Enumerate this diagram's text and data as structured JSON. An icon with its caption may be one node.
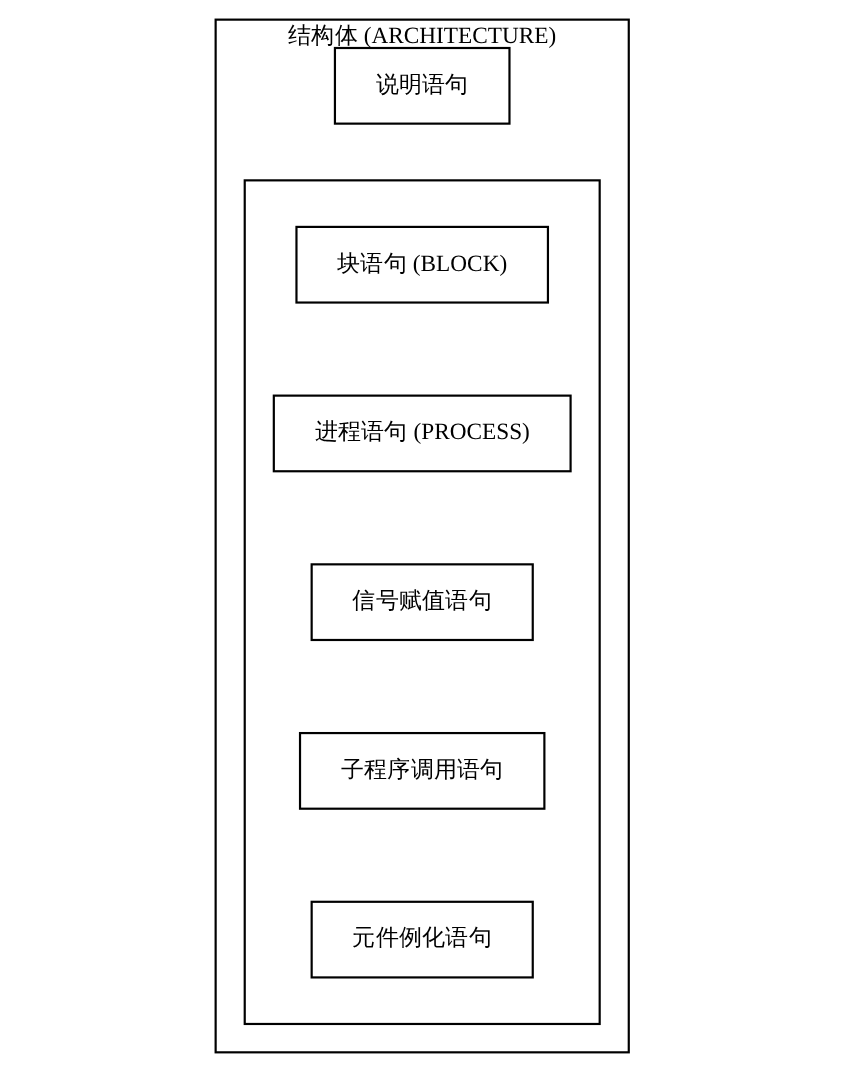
{
  "diagram": {
    "nodes": [
      {
        "text": [
          "结构体 (ARCHITECTURE)"
        ]
      },
      {
        "text": [
          "说明语句"
        ],
        "in": 0
      },
      {
        "text": [],
        "shape": "box",
        "in": 0
      },
      {
        "text": [
          "块语句 (BLOCK)"
        ],
        "in": 2
      },
      {
        "text": [
          "进程语句 (PROCESS)"
        ],
        "in": 2
      },
      {
        "text": [
          "信号赋值语句"
        ],
        "in": 2
      },
      {
        "text": [
          "子程序调用语句"
        ],
        "in": 2
      },
      {
        "text": [
          "元件例化语句"
        ],
        "in": 2
      }
    ]
  }
}
